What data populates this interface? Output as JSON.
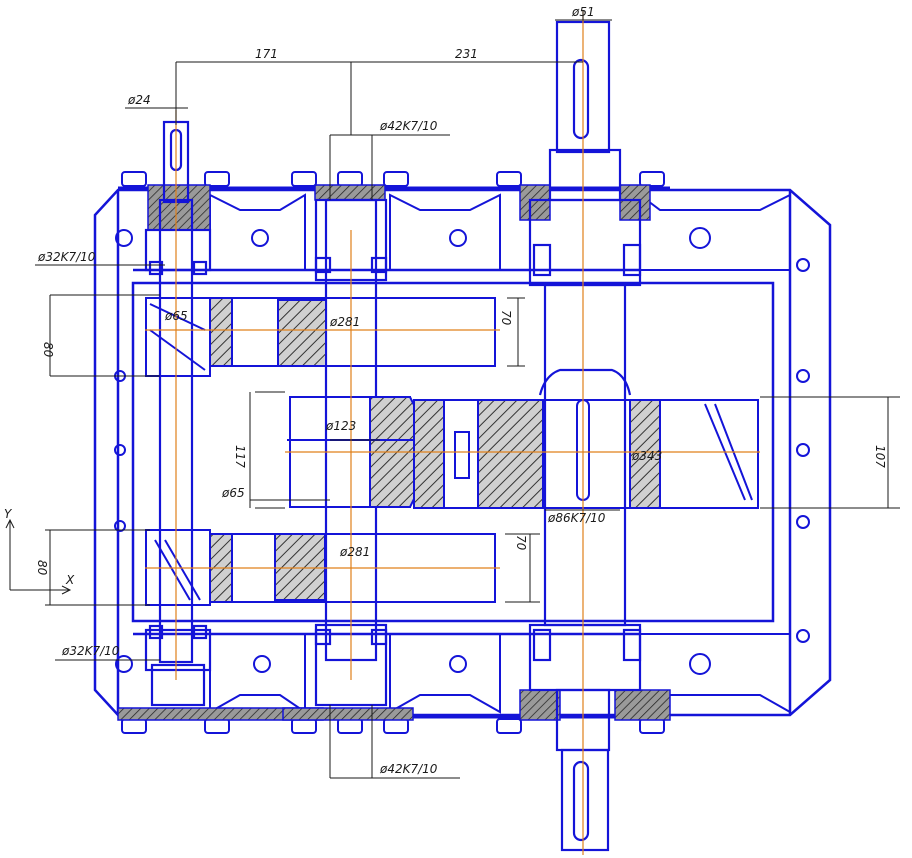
{
  "drawing": {
    "colors": {
      "outline": "#1414d8",
      "dimension": "#1a1a1a",
      "centerline": "#e0801a",
      "hatch": "#444444",
      "hatch_fill": "#c8c8c8"
    },
    "dimensions": {
      "d51": "ø51",
      "d171": "171",
      "d231": "231",
      "d24": "ø24",
      "d42k7_top": "ø42K7/10",
      "d32k7_top": "ø32K7/10",
      "d65_top": "ø65",
      "d281_top": "ø281",
      "d80_top": "80",
      "d70_top": "70",
      "d123": "ø123",
      "d343": "ø343",
      "d117": "117",
      "d65_mid": "ø65",
      "d107": "107",
      "d86k7": "ø86K7/10",
      "d281_bot": "ø281",
      "d70_bot": "70",
      "d80_bot": "80",
      "d32k7_bot": "ø32K7/10",
      "d42k7_bot": "ø42K7/10"
    },
    "axes": {
      "y": "Y",
      "x": "X"
    }
  }
}
